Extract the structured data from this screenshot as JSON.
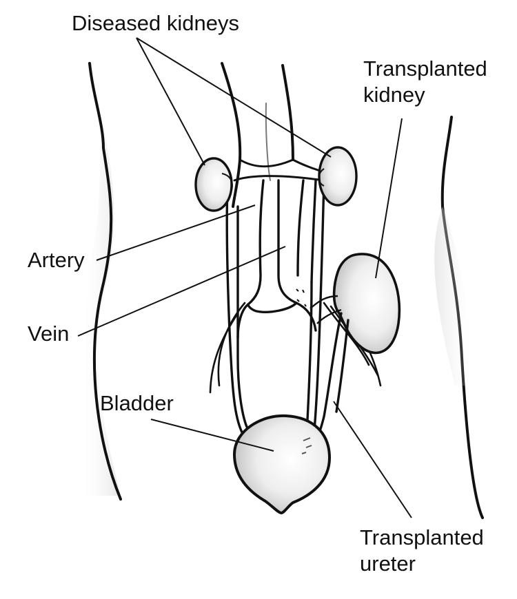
{
  "labels": {
    "diseased_kidneys": "Diseased kidneys",
    "transplanted_kidney": [
      "Transplanted",
      "kidney"
    ],
    "artery": "Artery",
    "vein": "Vein",
    "bladder": "Bladder",
    "transplanted_ureter": [
      "Transplanted",
      "ureter"
    ]
  },
  "colors": {
    "ink": "#111111",
    "shade": "#c8c8c8",
    "background": "#ffffff"
  }
}
